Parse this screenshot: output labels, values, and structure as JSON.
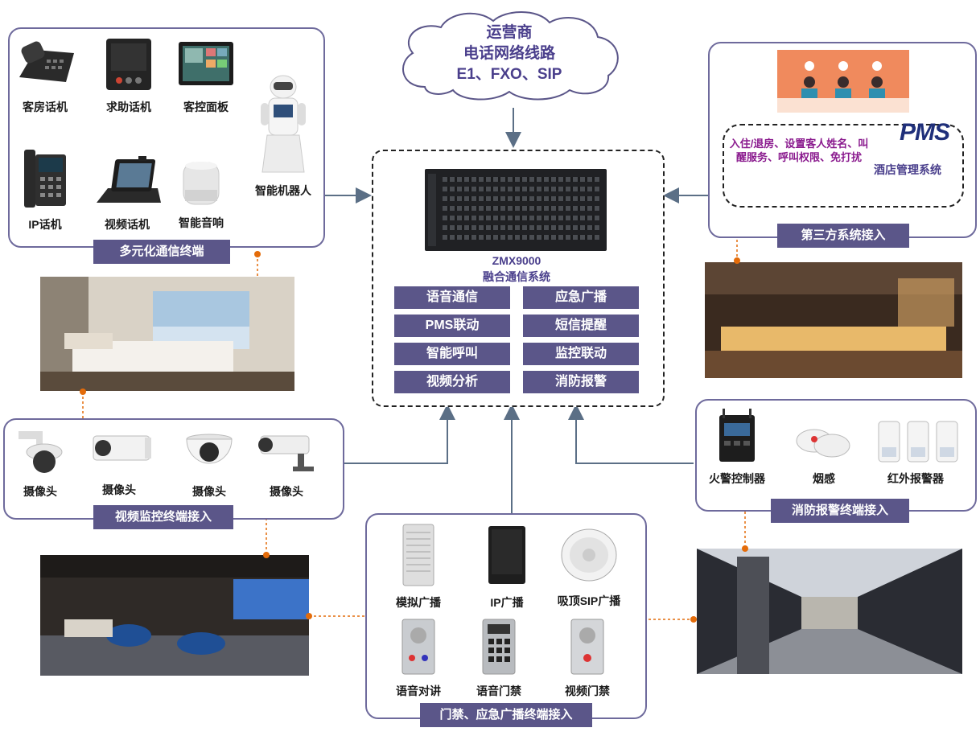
{
  "cloud": {
    "line1": "运营商",
    "line2": "电话网络线路",
    "line3": "E1、FXO、SIP"
  },
  "core": {
    "model": "ZMX9000",
    "name": "融合通信系统",
    "functions": [
      "语音通信",
      "应急广播",
      "PMS联动",
      "短信提醒",
      "智能呼叫",
      "监控联动",
      "视频分析",
      "消防报警"
    ]
  },
  "terminals": {
    "title": "多元化通信终端",
    "items": [
      "客房话机",
      "求助话机",
      "客控面板",
      "IP话机",
      "视频话机",
      "智能音响",
      "智能机器人"
    ]
  },
  "third_party": {
    "title": "第三方系统接入",
    "pms_desc": "入住/退房、设置客人姓名、叫醒服务、呼叫权限、免打扰",
    "pms_logo": "PMS",
    "pms_name": "酒店管理系统"
  },
  "video": {
    "title": "视频监控终端接入",
    "items": [
      "摄像头",
      "摄像头",
      "摄像头",
      "摄像头"
    ]
  },
  "fire": {
    "title": "消防报警终端接入",
    "items": [
      "火警控制器",
      "烟感",
      "红外报警器"
    ]
  },
  "access": {
    "title": "门禁、应急广播终端接入",
    "items": [
      "模拟广播",
      "IP广播",
      "吸顶SIP广播",
      "语音对讲",
      "语音门禁",
      "视频门禁"
    ]
  },
  "colors": {
    "accent": "#5b5689",
    "border": "#6e6a9c",
    "connector": "#e46c0a",
    "pms_text": "#8a1a8e"
  }
}
